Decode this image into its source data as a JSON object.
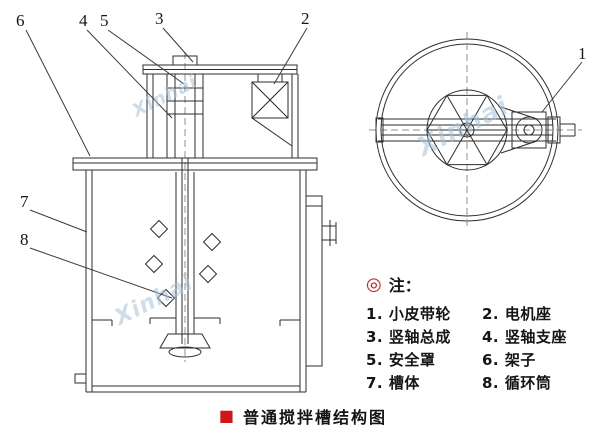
{
  "diagram": {
    "callouts": [
      "1",
      "2",
      "3",
      "4",
      "5",
      "6",
      "7",
      "8"
    ]
  },
  "notes": {
    "bullet": "◎",
    "header": "注：",
    "items": [
      "1. 小皮带轮",
      "2. 电机座",
      "3. 竖轴总成",
      "4. 竖轴支座",
      "5. 安全罩",
      "6. 架子",
      "7. 槽体",
      "8. 循环筒"
    ]
  },
  "caption": {
    "marker": "■",
    "text": "普通搅拌槽结构图"
  },
  "watermark": {
    "text": "Xinhai"
  },
  "colors": {
    "accent": "#cf1717",
    "line": "#2e2e2e",
    "watermark": "#a5c2d8"
  }
}
